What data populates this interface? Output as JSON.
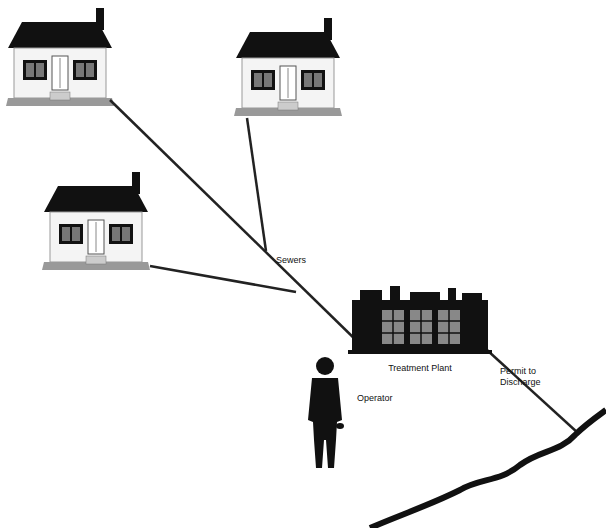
{
  "diagram": {
    "nodes": [
      {
        "text": [
          "Treatment Plant"
        ]
      }
    ],
    "labels": [
      "Sewers",
      "Operator",
      "Permit to Discharge"
    ]
  }
}
